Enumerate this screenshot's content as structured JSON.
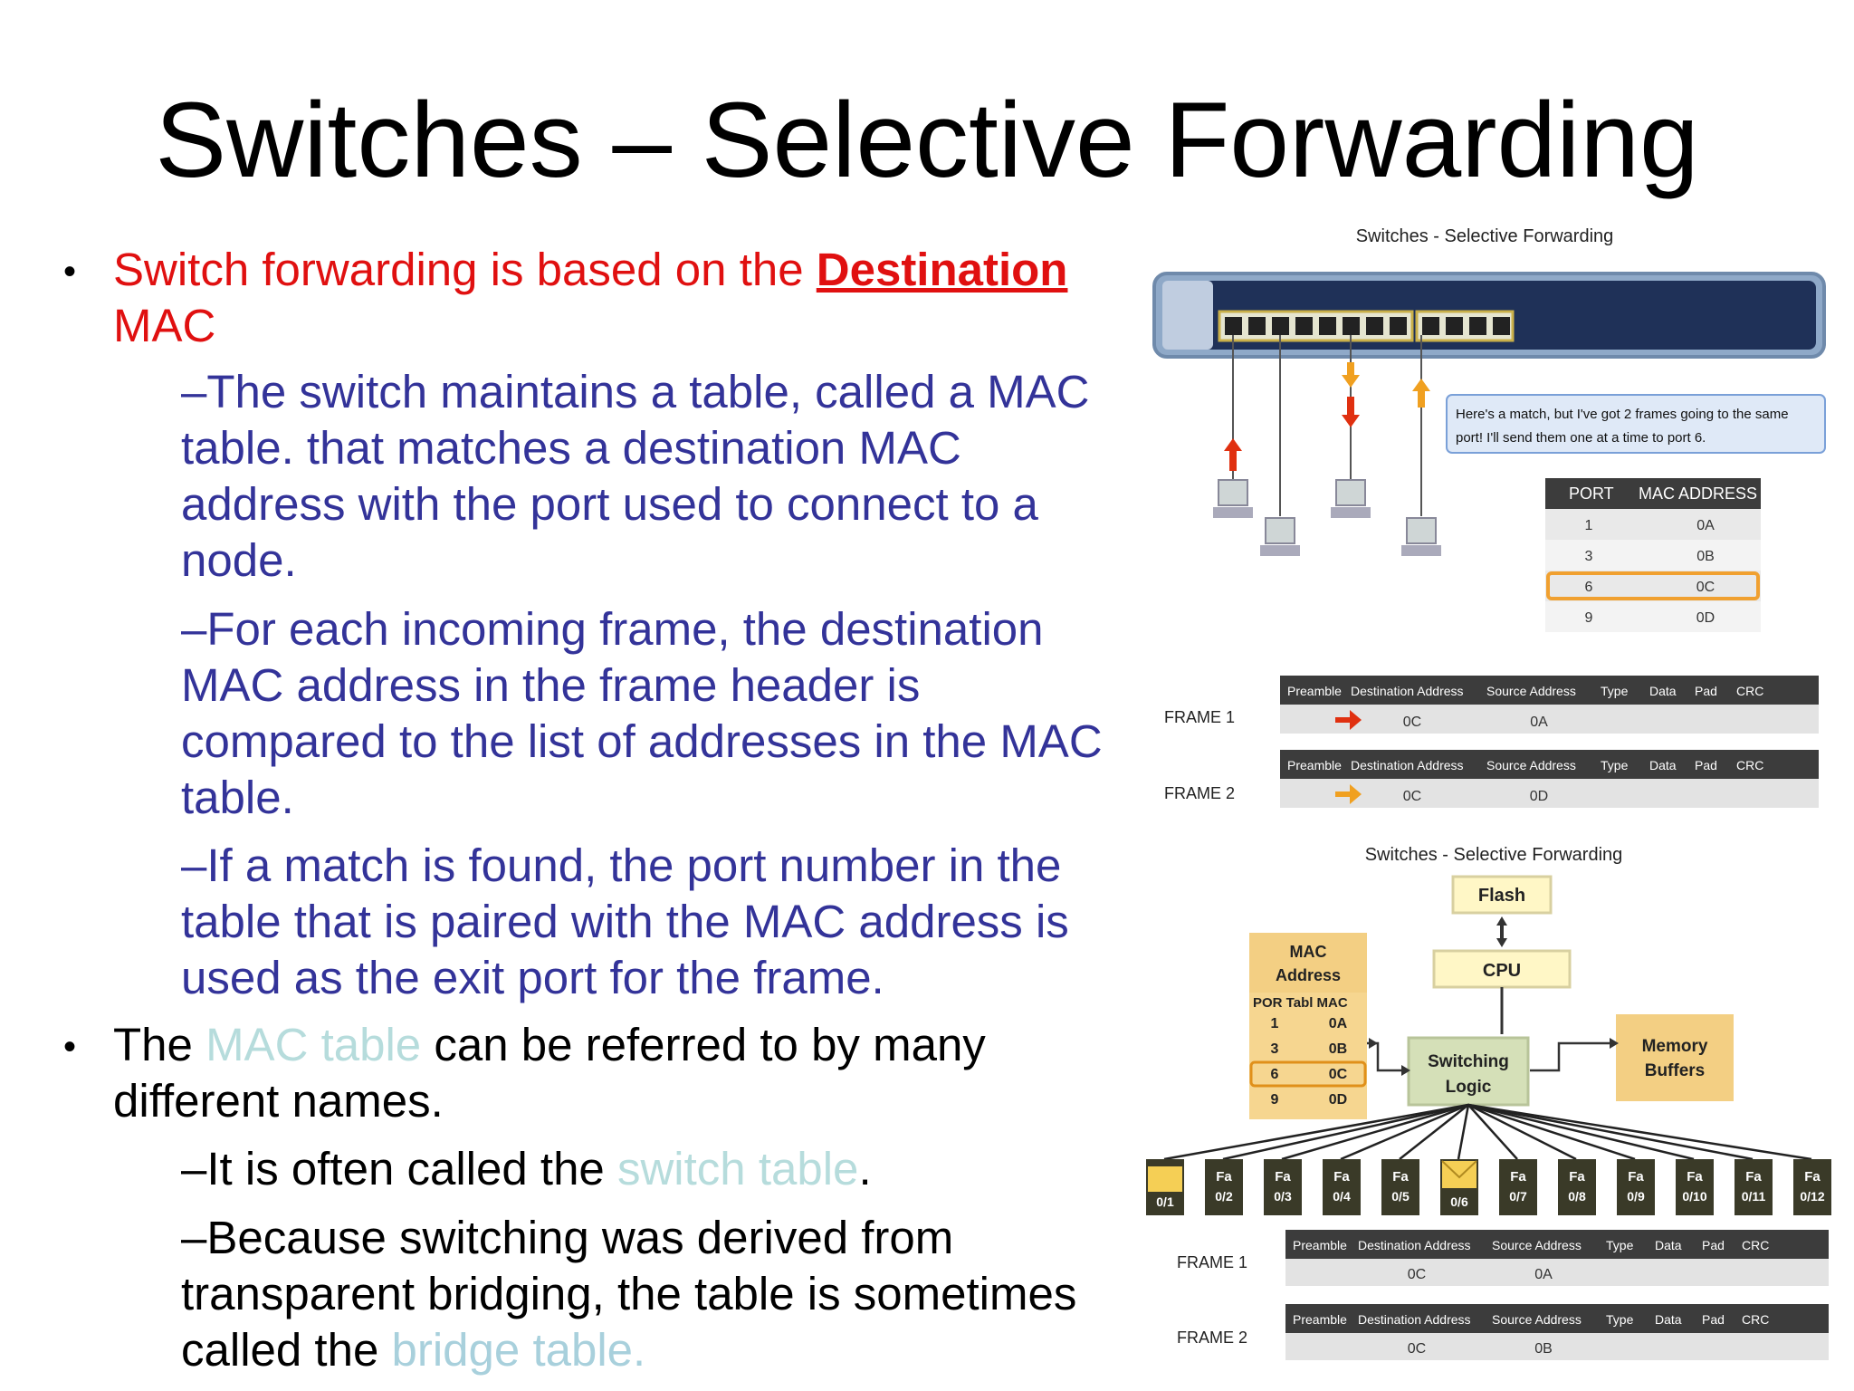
{
  "title": "Switches – Selective Forwarding",
  "bullets": {
    "b1_prefix": "Switch forwarding is based on the ",
    "b1_emph": "Destination",
    "b1_line2": "MAC",
    "s1": [
      "–The switch maintains a table, called a MAC",
      "table. that matches a destination MAC",
      "address with the port used to connect to a",
      "node."
    ],
    "s2": [
      "–For each incoming frame, the destination",
      "MAC address in the frame header is",
      "compared to the list of addresses in the MAC",
      "table."
    ],
    "s3": [
      "–If a match is found, the port number in the",
      "table that is paired with the MAC address is",
      "used as the exit port for the frame."
    ],
    "b2_pre": "The ",
    "b2_light": "MAC table",
    "b2_post": " can be referred to by many",
    "b2_line2": "different names.",
    "s4_pre": "–It is often called the ",
    "s4_light": "switch table",
    "s4_post": ".",
    "s5": [
      "–Because switching was derived from",
      "transparent bridging, the table is sometimes"
    ],
    "s5_last_pre": "called the ",
    "s5_last_light": "bridge table."
  },
  "figure1": {
    "caption": "Switches - Selective Forwarding",
    "callout": [
      "Here's a match, but I've got 2 frames going to the same",
      "port! I'll send them one at a time to port 6."
    ],
    "table_headers": [
      "PORT",
      "MAC ADDRESS"
    ],
    "table_rows": [
      [
        "1",
        "0A"
      ],
      [
        "3",
        "0B"
      ],
      [
        "6",
        "0C"
      ],
      [
        "9",
        "0D"
      ]
    ],
    "frame_headers": [
      "Preamble",
      "Destination Address",
      "Source Address",
      "Type",
      "Data",
      "Pad",
      "CRC"
    ],
    "frames": [
      {
        "label": "FRAME 1",
        "dest": "0C",
        "src": "0A"
      },
      {
        "label": "FRAME 2",
        "dest": "0C",
        "src": "0D"
      }
    ]
  },
  "figure2": {
    "caption": "Switches - Selective Forwarding",
    "flash": "Flash",
    "cpu": "CPU",
    "mac_box": [
      "MAC",
      "Address"
    ],
    "mac_table_header": "POR Tabl MAC",
    "mac_rows": [
      [
        "1",
        "0A"
      ],
      [
        "3",
        "0B"
      ],
      [
        "6",
        "0C"
      ],
      [
        "9",
        "0D"
      ]
    ],
    "switching_logic": [
      "Switching",
      "Logic"
    ],
    "memory_buffers": [
      "Memory",
      "Buffers"
    ],
    "ports": [
      "0/1",
      "0/2",
      "0/3",
      "0/4",
      "0/5",
      "0/6",
      "0/7",
      "0/8",
      "0/9",
      "0/10",
      "0/11",
      "0/12"
    ],
    "port_prefix": "Fa",
    "frame_headers": [
      "Preamble",
      "Destination Address",
      "Source Address",
      "Type",
      "Data",
      "Pad",
      "CRC"
    ],
    "frames": [
      {
        "label": "FRAME 1",
        "dest": "0C",
        "src": "0A"
      },
      {
        "label": "FRAME 2",
        "dest": "0C",
        "src": "0B"
      }
    ]
  },
  "colors": {
    "red": "#e01010",
    "blue": "#333399",
    "light": "#b6dcdc",
    "table_hl": "#f0a030"
  }
}
